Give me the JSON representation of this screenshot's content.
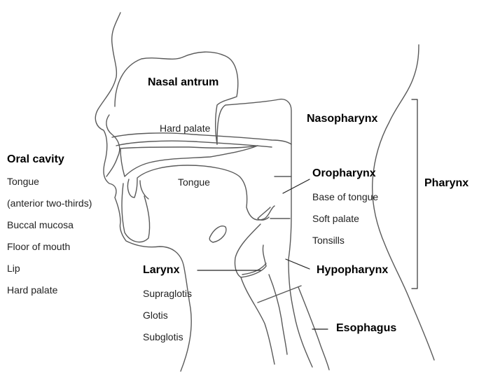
{
  "labels": {
    "nasal_antrum": "Nasal antrum",
    "hard_palate": "Hard palate",
    "tongue": "Tongue",
    "nasopharynx": "Nasopharynx",
    "oropharynx": "Oropharynx",
    "hypopharynx": "Hypopharynx",
    "pharynx": "Pharynx",
    "larynx": "Larynx",
    "esophagus": "Esophagus",
    "oral_cavity": "Oral cavity"
  },
  "oral_cavity_items": [
    "Tongue",
    "(anterior two-thirds)",
    "Buccal mucosa",
    "Floor of mouth",
    "Lip",
    "Hard palate"
  ],
  "oropharynx_items": [
    "Base of tongue",
    "Soft palate",
    "Tonsills"
  ],
  "larynx_items": [
    "Supraglotis",
    "Glotis",
    "Subglotis"
  ]
}
